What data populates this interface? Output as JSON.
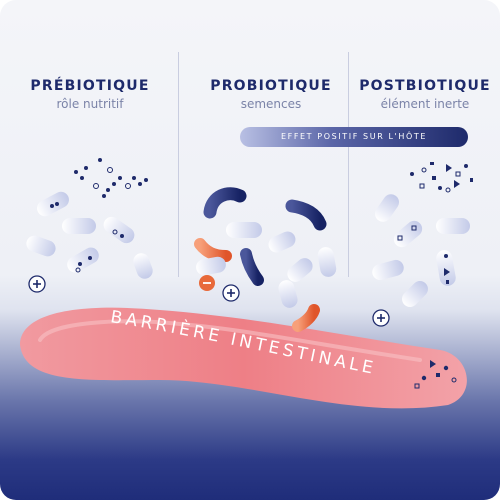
{
  "columns": [
    {
      "title": "PRÉBIOTIQUE",
      "subtitle": "rôle nutritif"
    },
    {
      "title": "PROBIOTIQUE",
      "subtitle": "semences"
    },
    {
      "title": "POSTBIOTIQUE",
      "subtitle": "élément inerte"
    }
  ],
  "effect_banner": "EFFET POSITIF SUR L'HÔTE",
  "barrier_label": "BARRIÈRE INTESTINALE",
  "colors": {
    "navy": "#1e2a6b",
    "orange": "#e8693a",
    "pale_blue": "#c9d0ec",
    "barrier_pink": "#ee7f86"
  },
  "icons": {
    "plus": "plus-circle-icon",
    "minus": "minus-circle-icon"
  }
}
